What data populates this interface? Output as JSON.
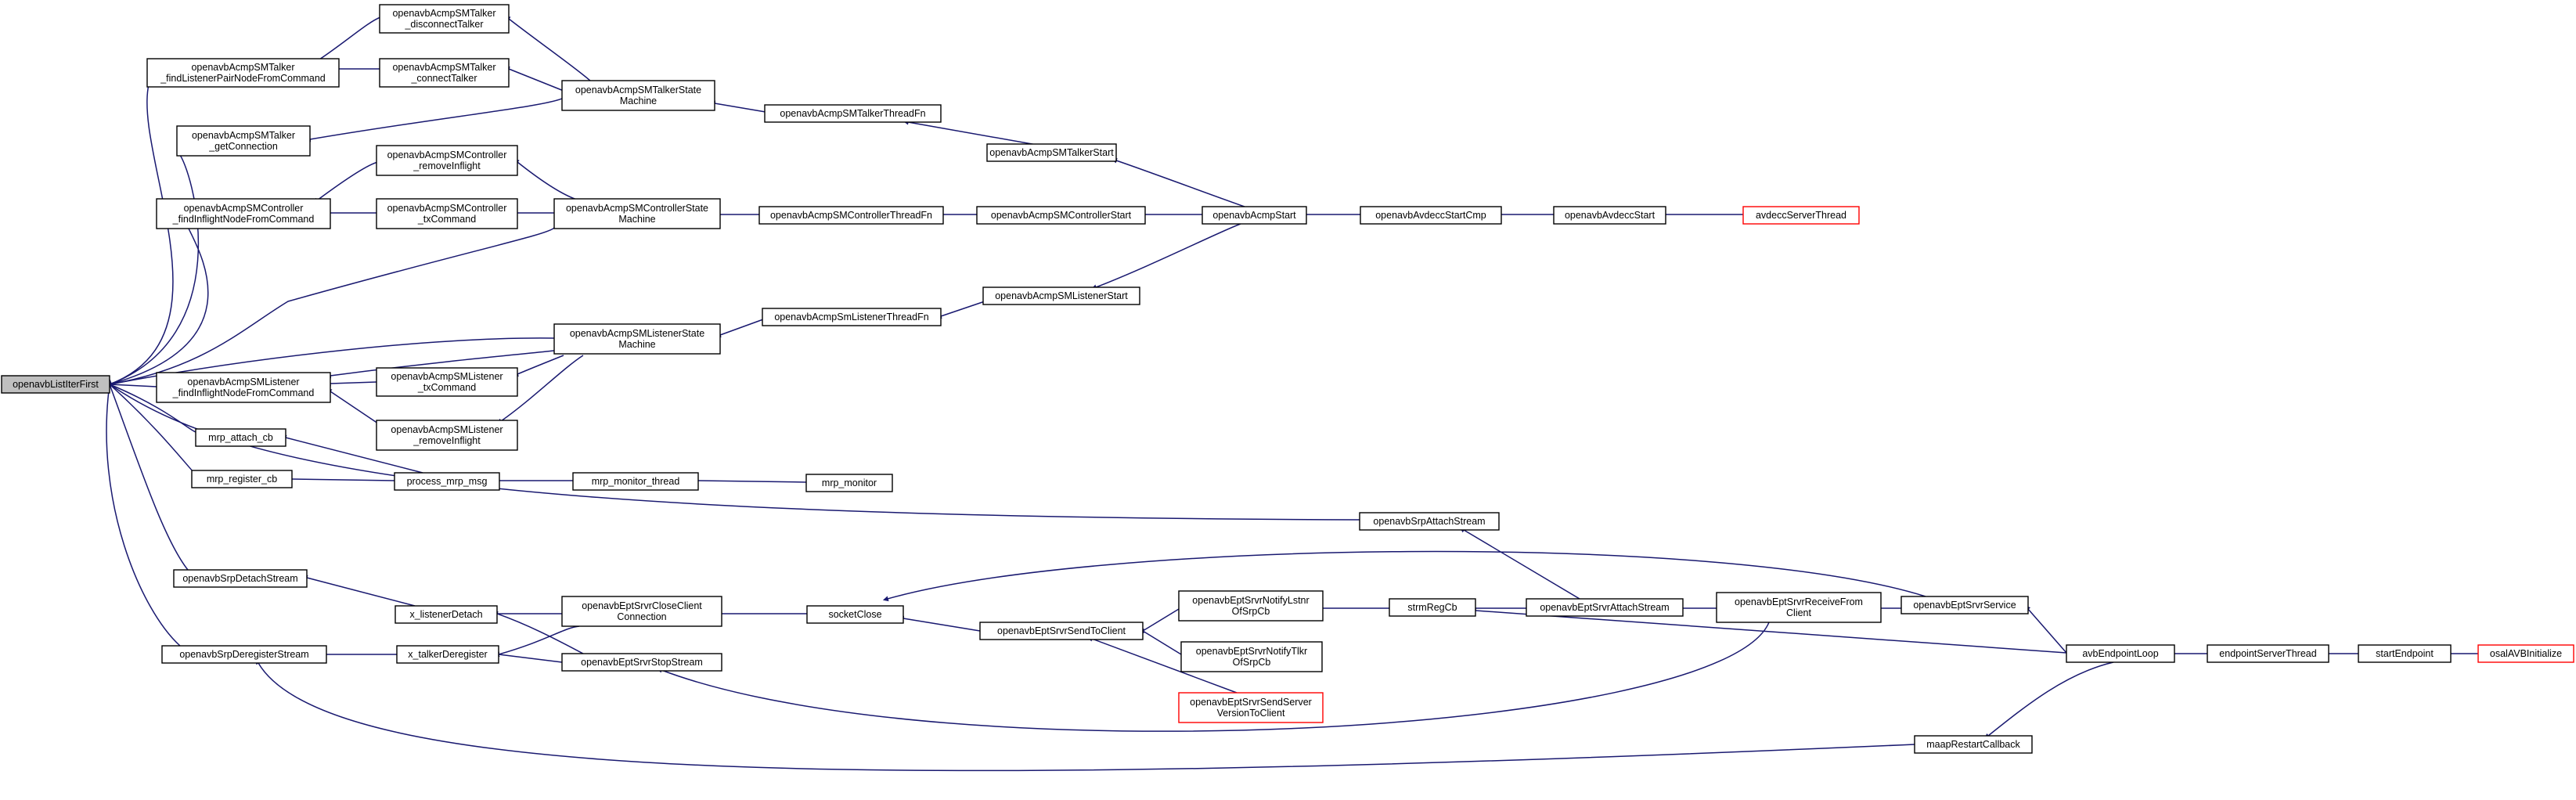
{
  "graph": {
    "colors": {
      "edge": "#191970",
      "node_border": "#000000",
      "node_fill": "#ffffff",
      "root_fill": "#bfbfbf",
      "truncated_border": "#ff0000"
    },
    "nodes": [
      {
        "id": "n0",
        "lines": [
          "openavbListIterFirst"
        ],
        "style": "root"
      },
      {
        "id": "n1",
        "lines": [
          "openavbAcmpSMTalker",
          "_findListenerPairNodeFromCommand"
        ]
      },
      {
        "id": "n2",
        "lines": [
          "openavbAcmpSMTalker",
          "_disconnectTalker"
        ]
      },
      {
        "id": "n3",
        "lines": [
          "openavbAcmpSMTalker",
          "_connectTalker"
        ]
      },
      {
        "id": "n4",
        "lines": [
          "openavbAcmpSMTalkerState",
          "Machine"
        ]
      },
      {
        "id": "n5",
        "lines": [
          "openavbAcmpSMTalker",
          "_getConnection"
        ]
      },
      {
        "id": "n6",
        "lines": [
          "openavbAcmpSMTalkerThreadFn"
        ]
      },
      {
        "id": "n7",
        "lines": [
          "openavbAcmpSMTalkerStart"
        ]
      },
      {
        "id": "n8",
        "lines": [
          "openavbAcmpSMController",
          "_removeInflight"
        ]
      },
      {
        "id": "n9",
        "lines": [
          "openavbAcmpSMController",
          "_findInflightNodeFromCommand"
        ]
      },
      {
        "id": "n10",
        "lines": [
          "openavbAcmpSMController",
          "_txCommand"
        ]
      },
      {
        "id": "n11",
        "lines": [
          "openavbAcmpSMControllerState",
          "Machine"
        ]
      },
      {
        "id": "n12",
        "lines": [
          "openavbAcmpSMControllerThreadFn"
        ]
      },
      {
        "id": "n13",
        "lines": [
          "openavbAcmpSMControllerStart"
        ]
      },
      {
        "id": "n14",
        "lines": [
          "openavbAcmpStart"
        ]
      },
      {
        "id": "n15",
        "lines": [
          "openavbAvdeccStartCmp"
        ]
      },
      {
        "id": "n16",
        "lines": [
          "openavbAvdeccStart"
        ]
      },
      {
        "id": "n17",
        "lines": [
          "avdeccServerThread"
        ],
        "style": "truncated"
      },
      {
        "id": "n18",
        "lines": [
          "openavbAcmpSMListenerStart"
        ]
      },
      {
        "id": "n19",
        "lines": [
          "openavbAcmpSmListenerThreadFn"
        ]
      },
      {
        "id": "n20",
        "lines": [
          "openavbAcmpSMListenerState",
          "Machine"
        ]
      },
      {
        "id": "n21",
        "lines": [
          "openavbAcmpSMListener",
          "_findInflightNodeFromCommand"
        ]
      },
      {
        "id": "n22",
        "lines": [
          "openavbAcmpSMListener",
          "_txCommand"
        ]
      },
      {
        "id": "n23",
        "lines": [
          "openavbAcmpSMListener",
          "_removeInflight"
        ]
      },
      {
        "id": "n24",
        "lines": [
          "mrp_attach_cb"
        ]
      },
      {
        "id": "n25",
        "lines": [
          "mrp_register_cb"
        ]
      },
      {
        "id": "n26",
        "lines": [
          "process_mrp_msg"
        ]
      },
      {
        "id": "n27",
        "lines": [
          "mrp_monitor_thread"
        ]
      },
      {
        "id": "n28",
        "lines": [
          "mrp_monitor"
        ]
      },
      {
        "id": "n29",
        "lines": [
          "openavbSrpAttachStream"
        ]
      },
      {
        "id": "n30",
        "lines": [
          "openavbSrpDetachStream"
        ]
      },
      {
        "id": "n31",
        "lines": [
          "x_listenerDetach"
        ]
      },
      {
        "id": "n32",
        "lines": [
          "openavbEptSrvrCloseClient",
          "Connection"
        ]
      },
      {
        "id": "n33",
        "lines": [
          "socketClose"
        ]
      },
      {
        "id": "n34",
        "lines": [
          "openavbEptSrvrService"
        ]
      },
      {
        "id": "n35",
        "lines": [
          "openavbEptSrvrNotifyLstnr",
          "OfSrpCb"
        ]
      },
      {
        "id": "n36",
        "lines": [
          "strmRegCb"
        ]
      },
      {
        "id": "n37",
        "lines": [
          "openavbEptSrvrAttachStream"
        ]
      },
      {
        "id": "n38",
        "lines": [
          "openavbEptSrvrReceiveFrom",
          "Client"
        ]
      },
      {
        "id": "n39",
        "lines": [
          "openavbSrpDeregisterStream"
        ]
      },
      {
        "id": "n40",
        "lines": [
          "x_talkerDeregister"
        ]
      },
      {
        "id": "n41",
        "lines": [
          "openavbEptSrvrStopStream"
        ]
      },
      {
        "id": "n42",
        "lines": [
          "openavbEptSrvrSendToClient"
        ]
      },
      {
        "id": "n43",
        "lines": [
          "openavbEptSrvrNotifyTlkr",
          "OfSrpCb"
        ]
      },
      {
        "id": "n44",
        "lines": [
          "avbEndpointLoop"
        ]
      },
      {
        "id": "n45",
        "lines": [
          "endpointServerThread"
        ]
      },
      {
        "id": "n46",
        "lines": [
          "startEndpoint"
        ]
      },
      {
        "id": "n47",
        "lines": [
          "osalAVBInitialize"
        ],
        "style": "truncated"
      },
      {
        "id": "n48",
        "lines": [
          "openavbEptSrvrSendServer",
          "VersionToClient"
        ],
        "style": "truncated"
      },
      {
        "id": "n49",
        "lines": [
          "maapRestartCallback"
        ]
      }
    ]
  }
}
